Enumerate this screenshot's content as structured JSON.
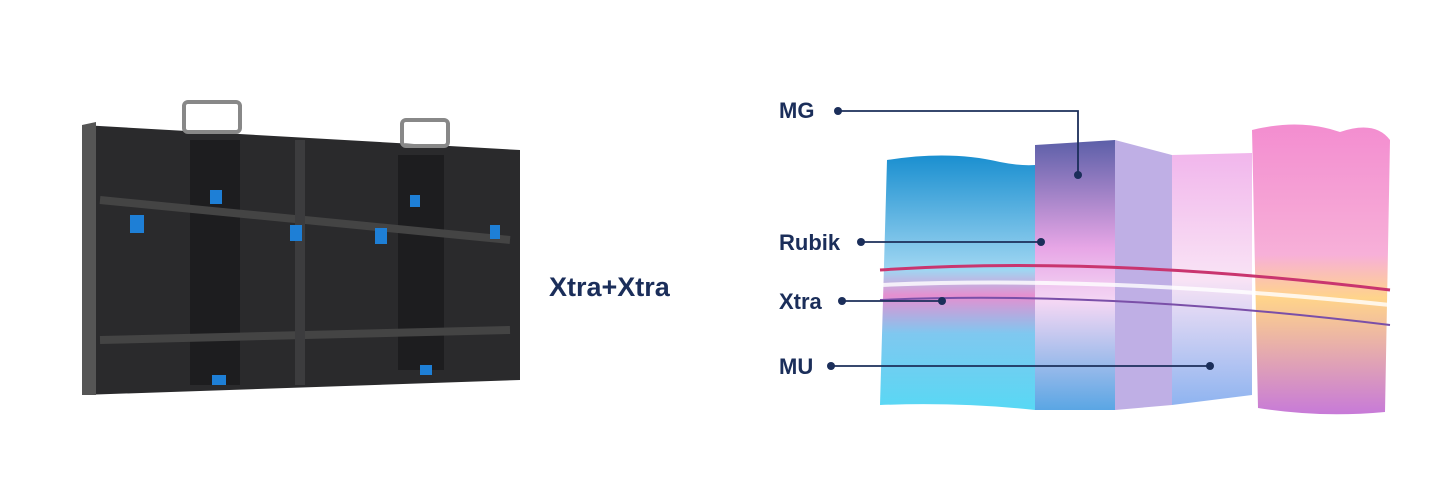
{
  "center_label": "Xtra+Xtra",
  "callouts": [
    {
      "label": "MG"
    },
    {
      "label": "Rubik"
    },
    {
      "label": "Xtra"
    },
    {
      "label": "MU"
    }
  ],
  "colors": {
    "text": "#1b2e5a",
    "cabinet": "#2a2a2c",
    "accent_blue": "#1e7fd6"
  }
}
